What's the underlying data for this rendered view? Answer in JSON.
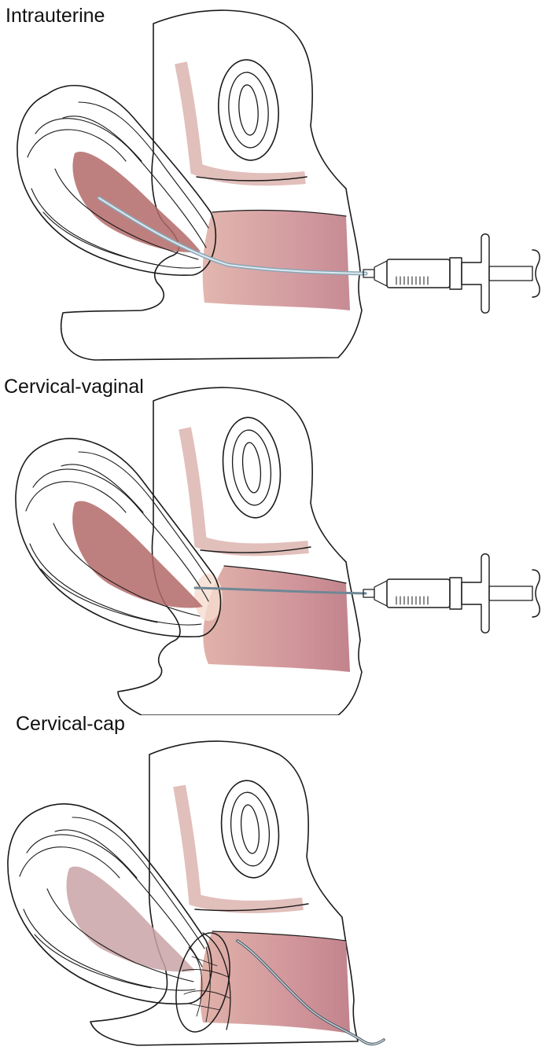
{
  "panels": [
    {
      "label": "Intrauterine",
      "instrument": "syringe-with-catheter"
    },
    {
      "label": "Cervical-vaginal",
      "instrument": "syringe-with-catheter"
    },
    {
      "label": "Cervical-cap",
      "instrument": "cervical-cap-with-tube"
    }
  ],
  "colors": {
    "tissue": "#f0c7a5",
    "tissue_shadow": "#c98b84",
    "uterus": "#e8937f",
    "uterine_cavity": "#b36a68",
    "rectum": "#f7efc4",
    "syringe_barrel": "#bcd7e4",
    "outline": "#1a1a1a"
  }
}
